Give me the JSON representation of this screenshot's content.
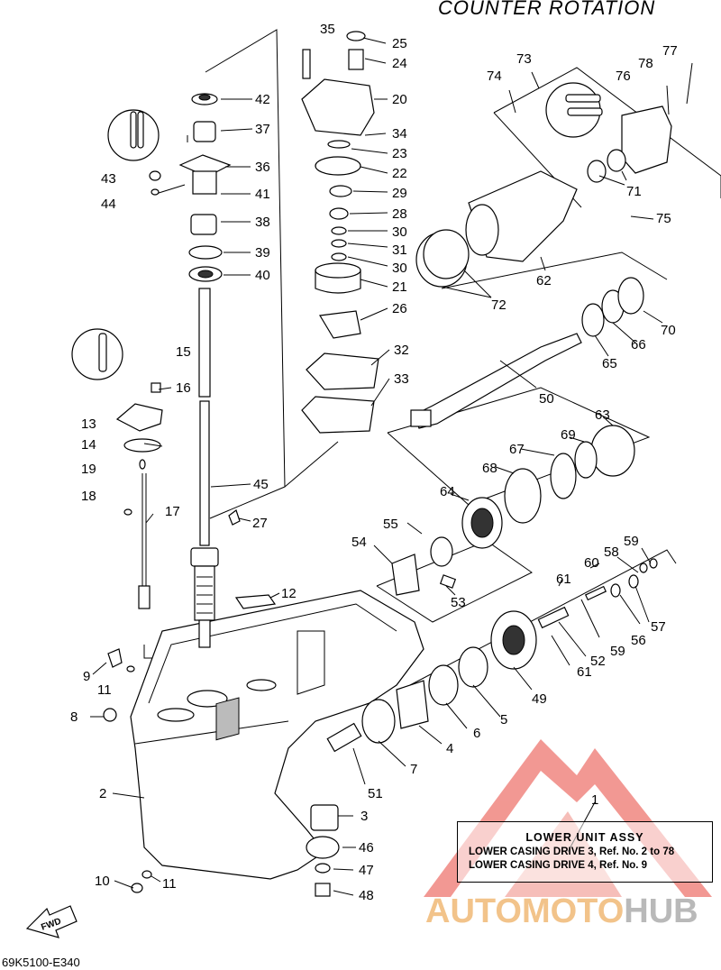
{
  "title": "COUNTER ROTATION",
  "diagram_code": "69K5100-E340",
  "direction_label": "FWD",
  "assembly": {
    "ref": "1",
    "name": "LOWER UNIT ASSY",
    "rows": [
      "LOWER CASING DRIVE 3,  Ref. No. 2 to 78",
      "LOWER CASING DRIVE 4,  Ref. No. 9"
    ]
  },
  "watermark": {
    "part_a": "AUTOMOTO",
    "part_b": "HUB"
  },
  "colors": {
    "ink": "#000000",
    "watermark_red": "#e8443a",
    "watermark_orange": "#f2c38a",
    "watermark_gray": "#b9b9b9"
  },
  "callouts": [
    "1",
    "2",
    "3",
    "4",
    "5",
    "6",
    "7",
    "8",
    "9",
    "10",
    "11",
    "11",
    "12",
    "13",
    "14",
    "15",
    "16",
    "17",
    "18",
    "19",
    "20",
    "21",
    "22",
    "23",
    "24",
    "25",
    "26",
    "27",
    "28",
    "29",
    "30",
    "30",
    "31",
    "32",
    "33",
    "34",
    "35",
    "36",
    "37",
    "38",
    "39",
    "40",
    "41",
    "42",
    "43",
    "44",
    "45",
    "46",
    "47",
    "48",
    "49",
    "50",
    "51",
    "52",
    "53",
    "54",
    "55",
    "56",
    "57",
    "58",
    "59",
    "59",
    "60",
    "61",
    "61",
    "62",
    "63",
    "64",
    "65",
    "66",
    "67",
    "68",
    "69",
    "70",
    "71",
    "72",
    "73",
    "74",
    "75",
    "76",
    "77",
    "78"
  ]
}
